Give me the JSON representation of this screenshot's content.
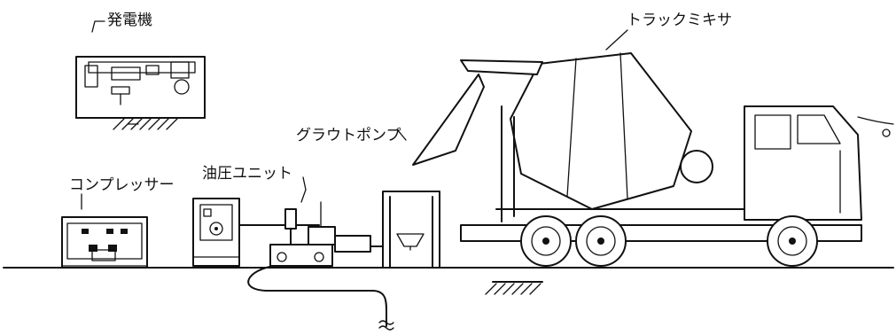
{
  "labels": {
    "generator": "発電機",
    "truck_mixer": "トラックミキサ",
    "grout_pump": "グラウトポンプ",
    "hydraulic_unit": "油圧ユニット",
    "compressor": "コンプレッサー"
  }
}
